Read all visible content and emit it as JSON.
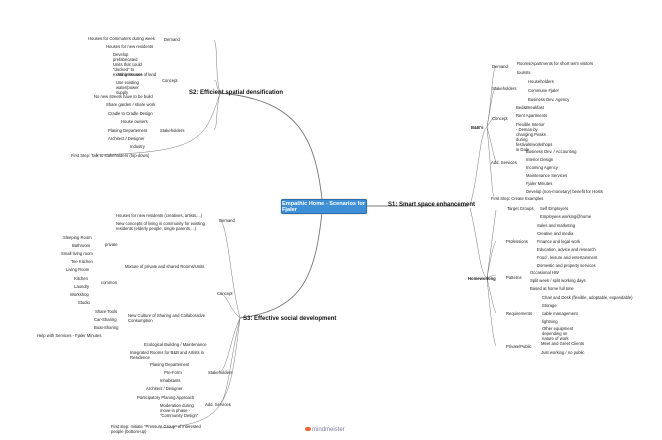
{
  "center": "Empathic Home - Scenarios for Fjaler",
  "s1": {
    "title": "S1: Smart space enhancement",
    "bnb": {
      "label": "B&B's",
      "demand": {
        "label": "Demand",
        "items": [
          "Rooms/Apartments for short term visitors",
          "tourists"
        ]
      },
      "stakeholders": {
        "label": "Stakeholders",
        "items": [
          "Householders",
          "Commune Fjaler",
          "Business Dev. Agency"
        ]
      },
      "concept": {
        "label": "Concept",
        "items": [
          "Bed&Breakfast",
          "Rent Apartments",
          "Flexible Interior - Deman by changing Peaks during festivals/workshops in Dale"
        ]
      },
      "services": {
        "label": "Add. Services",
        "items": [
          "Business Dev. / Accounting",
          "Interior Design",
          "Incoming Agency",
          "Maintenance Services",
          "Fjaler Minutes",
          "Develop (non-monetary) benefit for Hosts"
        ]
      },
      "first_step": "First Step: Create Examples"
    },
    "homeworking": {
      "label": "Homeworking",
      "target": {
        "label": "Target Groups",
        "items": [
          "Self Employers",
          "Employees working@home"
        ]
      },
      "professions": {
        "label": "Professions",
        "items": [
          "Sales and marketing",
          "Creative and media",
          "Finance and legal work",
          "Education, advice and research",
          "Food , leisure and entertainment",
          "Domestic and property services"
        ]
      },
      "patterns": {
        "label": "Patterns",
        "items": [
          "Occasional HW",
          "Split week / split working days",
          "Based at home full time"
        ]
      },
      "requirements": {
        "label": "Requirements",
        "items": [
          "Chair and Desk (flexible, adoptable, expandable)",
          "Storage",
          "cable management",
          "lightning",
          "Other equipment depending on nature of work"
        ]
      },
      "private": {
        "label": "Private/Public",
        "items": [
          "Meet and Greet Clients",
          "Just working / no public"
        ]
      }
    }
  },
  "s2": {
    "title": "S2: Efficient spatial densification",
    "demand": {
      "label": "Demand",
      "items": [
        "Houses for Commuters during week",
        "Houses for new residents"
      ]
    },
    "concept": {
      "label": "Concept",
      "items": [
        "Develop prefabricated Units that could \"docked\" to existing Houses",
        "Minimize use of land",
        "Use existing water/power supply",
        "No new streets have to be build",
        "Share garden / share work",
        "Cradle to Cradle Design"
      ]
    },
    "stakeholders": {
      "label": "Stakeholders",
      "items": [
        "House owners",
        "Planing Departement",
        "Architect / Designer",
        "Industry"
      ]
    },
    "first_step": "First Step: Talk to stakeholders (top-down)"
  },
  "s3": {
    "title": "S3: Effective social development",
    "demand": {
      "label": "Demand",
      "items": [
        "Houses for new residents (creatives, artists,...)",
        "New concepts of living in community for existing residents (elderly people, single parents,...)"
      ]
    },
    "concept": {
      "label": "Concept",
      "mixture": "Mixture of private and shared Rooms/Units",
      "private": {
        "label": "private",
        "items": [
          "Sleeping Room",
          "Bathroom",
          "Small living room",
          "Tee Kitchen"
        ]
      },
      "common": {
        "label": "common",
        "items": [
          "Living Room",
          "Kitchen",
          "Laundry",
          "Workshop",
          "Studio"
        ]
      },
      "sharing": {
        "label": "New Culture of Sharing and Collaborative Consumption",
        "items": [
          "Share Tools",
          "Car-Sharing",
          "Boat-Sharing",
          "Help with Services - Fjaler Minutes"
        ]
      },
      "other": [
        "Ecological Building / Maintenance",
        "Integrated Rooms for B&B and Artists in Residence"
      ]
    },
    "stakeholders": {
      "label": "Stakeholders",
      "items": [
        "Planing Departement",
        "Pre-Form",
        "Inhabitants",
        "Architect / Designer"
      ]
    },
    "services": {
      "label": "Add. Services",
      "items": [
        "Participatory Planing Approach",
        "Moderation during move-in phase - \"Community Design\""
      ]
    },
    "first_step": "First step: Initiate \"Pressure Group\" of interested people (bottom-up)"
  },
  "logo": "mindmeister",
  "colors": {
    "center": "#3f8fd6",
    "line": "#777777",
    "logo": "#7a7aa8",
    "logo_mark": "#e96a3a"
  }
}
